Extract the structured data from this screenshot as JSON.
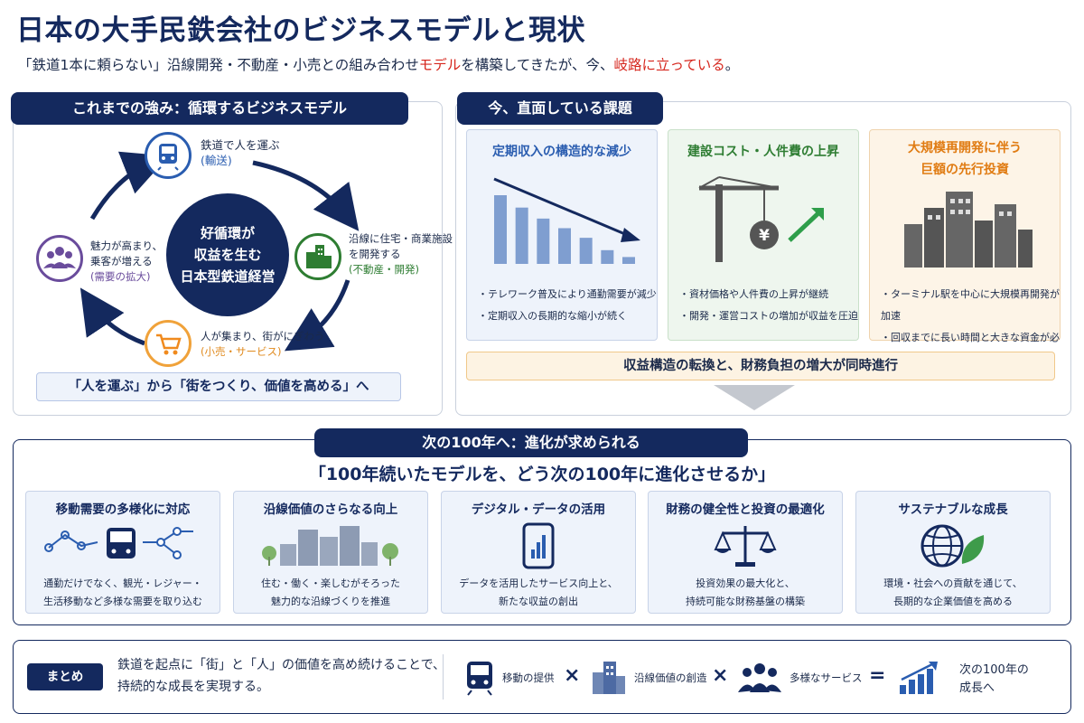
{
  "title": "日本の大手民鉄会社のビジネスモデルと現状",
  "subtitle": {
    "part1": "「鉄道1本に頼らない」沿線開発・不動産・小売との組み合わせ",
    "highlight1": "モデル",
    "part2": "を構築してきたが、今、",
    "highlight2": "岐路に立っている",
    "part3": "。"
  },
  "left": {
    "tab": "これまでの強み：循環するビジネスモデル",
    "center": [
      "好循環が",
      "収益を生む",
      "日本型鉄道経営"
    ],
    "nodes": {
      "rail": {
        "line1": "鉄道で人を運ぶ",
        "line2": "(輸送)",
        "icon": "train-icon"
      },
      "realestate": {
        "line1": "沿線に住宅・商業施設",
        "line2": "を開発する",
        "line3": "(不動産・開発)",
        "icon": "buildings-icon"
      },
      "retail": {
        "line1": "人が集まり、街がにぎわう",
        "line2": "(小売・サービス)",
        "icon": "cart-icon"
      },
      "demand": {
        "line1": "魅力が高まり、",
        "line2": "乗客が増える",
        "line3": "(需要の拡大)",
        "icon": "people-icon"
      }
    },
    "banner": "「人を運ぶ」から「街をつくり、価値を高める」へ"
  },
  "right": {
    "tab": "今、直面している課題",
    "cards": [
      {
        "title": "定期収入の構造的な減少",
        "bullets": [
          "・テレワーク普及により通勤需要が減少",
          "・定期収入の長期的な縮小が続く"
        ],
        "color": "#2a5db0"
      },
      {
        "title": "建設コスト・人件費の上昇",
        "bullets": [
          "・資材価格や人件費の上昇が継続",
          "・開発・運営コストの増加が収益を圧迫"
        ],
        "color": "#2e7d32"
      },
      {
        "title_lines": [
          "大規模再開発に伴う",
          "巨額の先行投資"
        ],
        "bullets": [
          "・ターミナル駅を中心に大規模再開発が加速",
          "・回収までに長い時間と大きな資金が必要"
        ],
        "color": "#e07b12"
      }
    ],
    "bar_values": [
      100,
      82,
      66,
      52,
      38,
      20,
      10
    ],
    "banner": "収益構造の転換と、財務負担の増大が同時進行"
  },
  "next": {
    "tab": "次の100年へ：進化が求められる",
    "question": "「100年続いたモデルを、どう次の100年に進化させるか」",
    "cards": [
      {
        "title": "移動需要の多様化に対応",
        "desc": [
          "通勤だけでなく、観光・レジャー・",
          "生活移動など多様な需要を取り込む"
        ],
        "icon": "network-train-icon"
      },
      {
        "title": "沿線価値のさらなる向上",
        "desc": [
          "住む・働く・楽しむがそろった",
          "魅力的な沿線づくりを推進"
        ],
        "icon": "city-trees-icon"
      },
      {
        "title": "デジタル・データの活用",
        "desc": [
          "データを活用したサービス向上と、",
          "新たな収益の創出"
        ],
        "icon": "smartphone-chart-icon"
      },
      {
        "title": "財務の健全性と投資の最適化",
        "desc": [
          "投資効果の最大化と、",
          "持続可能な財務基盤の構築"
        ],
        "icon": "scale-icon"
      },
      {
        "title": "サステナブルな成長",
        "desc": [
          "環境・社会への貢献を通じて、",
          "長期的な企業価値を高める"
        ],
        "icon": "globe-leaf-icon"
      }
    ]
  },
  "summary": {
    "tag": "まとめ",
    "text": [
      "鉄道を起点に「街」と「人」の価値を高め続けることで、",
      "持続的な成長を実現する。"
    ],
    "items": [
      "移動の提供",
      "沿線価値の創造",
      "多様なサービス"
    ],
    "op_times": "×",
    "op_equals": "=",
    "result": [
      "次の100年の",
      "成長へ"
    ]
  }
}
